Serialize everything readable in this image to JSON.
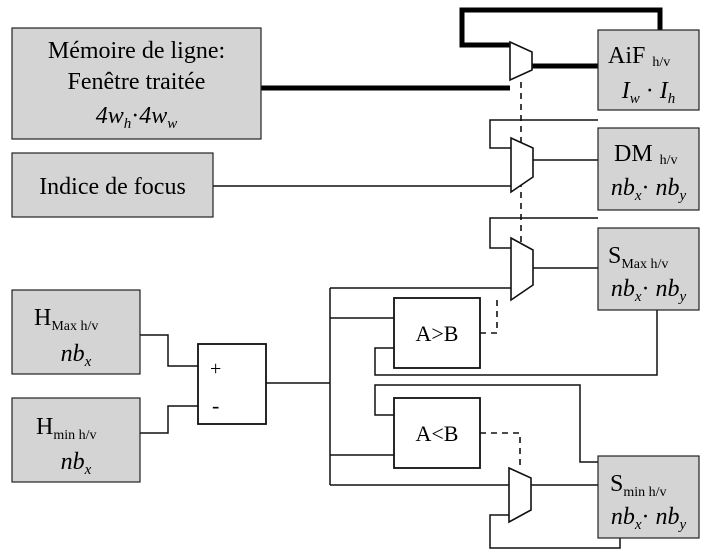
{
  "line_memory": {
    "line1": "Mémoire de ligne:",
    "line2": "Fenêtre traitée",
    "size_a": "4w",
    "size_a_sub": "h",
    "size_dot": "·",
    "size_b": "4w",
    "size_b_sub": "w"
  },
  "focus_index": {
    "label": "Indice de focus"
  },
  "aif": {
    "name": "AiF",
    "sub": "h/v",
    "size_a": "I",
    "size_a_sub": "w",
    "size_dot": " · ",
    "size_b": "I",
    "size_b_sub": "h"
  },
  "dm": {
    "name": "DM",
    "sub": "h/v",
    "size_a": "nb",
    "size_a_sub": "x",
    "size_dot": "· ",
    "size_b": "nb",
    "size_b_sub": "y"
  },
  "smax": {
    "name": "S",
    "sub": "Max h/v",
    "size_a": "nb",
    "size_a_sub": "x",
    "size_dot": "· ",
    "size_b": "nb",
    "size_b_sub": "y"
  },
  "smin": {
    "name": "S",
    "sub": "min h/v",
    "size_a": "nb",
    "size_a_sub": "x",
    "size_dot": "· ",
    "size_b": "nb",
    "size_b_sub": "y"
  },
  "hmax": {
    "name": "H",
    "sub": "Max h/v",
    "size": "nb",
    "size_sub": "x"
  },
  "hmin": {
    "name": "H",
    "sub": "min h/v",
    "size": "nb",
    "size_sub": "x"
  },
  "subtractor": {
    "plus": "+",
    "minus": "-"
  },
  "cmp_greater": {
    "label": "A>B"
  },
  "cmp_less": {
    "label": "A<B"
  }
}
